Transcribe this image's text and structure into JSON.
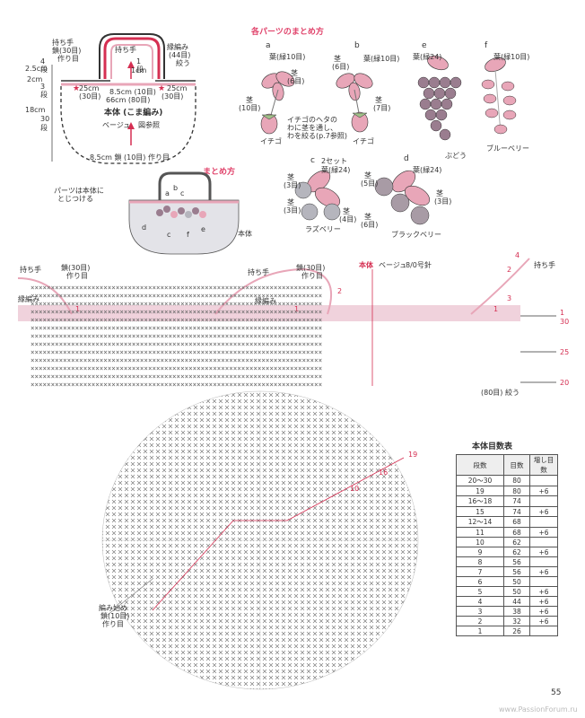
{
  "top_diagram": {
    "handle_label": "持ち手",
    "handle_chain": "鎖(30目)",
    "handle_make": "作り目",
    "edge_label": "縁編み",
    "edge_count": "(44目)",
    "edge_slip": "絞う",
    "rows_4": "4",
    "rows_4_unit": "段",
    "dim_25cm_left": "2.5cm",
    "dim_2cm": "2cm",
    "rows_3": "3",
    "rows_3_unit": "段",
    "dim_18cm": "18cm",
    "rows_30": "30",
    "rows_30_unit": "段",
    "row_1": "1",
    "row_1_unit": "段",
    "dim_1cm": "1cm",
    "dim_25cm_a": "25cm",
    "dim_30": "(30目)",
    "dim_85cm_10": "8.5cm (10目)",
    "dim_66cm_80": "66cm (80目)",
    "dim_25cm_b": "25cm",
    "dim_25cm_b_count": "(30目)",
    "body_label": "本体 (こま編み)",
    "beige": "ベージュ",
    "ref": "図参照",
    "bottom_dim": "8.5cm 鎖 (10目) 作り目"
  },
  "parts": {
    "title": "各パーツのまとめ方",
    "a_label": "a",
    "b_label": "b",
    "e_label": "e",
    "f_label": "f",
    "c_label": "c",
    "c_sets": "2セット",
    "d_label": "d",
    "a_leaf": "葉(緑10目)",
    "a_stem": "茎",
    "a_stem_count": "(6目)",
    "a_stem2": "茎",
    "a_stem2_count": "(10目)",
    "a_name": "イチゴ",
    "b_stem": "茎",
    "b_stem_count": "(6目)",
    "b_leaf": "葉(緑10目)",
    "b_stem2": "茎",
    "b_stem2_count": "(7目)",
    "b_name": "イチゴ",
    "strawberry_note_1": "イチゴのヘタの",
    "strawberry_note_2": "わに茎を通し、",
    "strawberry_note_3": "わを絞る(p.7参照)",
    "e_leaf": "葉(緑24)",
    "e_name": "ぶどう",
    "f_leaf": "葉(緑10目)",
    "f_name": "ブルーベリー",
    "c_leaf": "葉(緑24)",
    "c_stem": "茎",
    "c_stem_count": "(3目)",
    "c_stem2": "茎",
    "c_stem2_count": "(4目)",
    "c_stem3": "茎",
    "c_stem3_count": "(3目)",
    "c_name": "ラズベリー",
    "d_leaf": "葉(緑24)",
    "d_stem": "茎",
    "d_stem_count": "(5目)",
    "d_stem2": "茎",
    "d_stem2_count": "(3目)",
    "d_stem3": "茎",
    "d_stem3_count": "(6目)",
    "d_name": "ブラックベリー"
  },
  "assembly": {
    "title": "まとめ方",
    "note_1": "パーツは本体に",
    "note_2": "とじつける",
    "body": "本体",
    "l_a": "a",
    "l_b": "b",
    "l_c": "c",
    "l_d": "d",
    "l_c2": "c",
    "l_f": "f",
    "l_e": "e"
  },
  "chart": {
    "handle_left": "持ち手",
    "chain30_left": "鎖(30目)",
    "chain30_left_make": "作り目",
    "handle_mid": "持ち手",
    "chain30_mid": "鎖(30目)",
    "chain30_mid_make": "作り目",
    "body": "本体",
    "body_color": "ベージュ",
    "hook": "8/0号針",
    "edge_left": "縁編み",
    "edge_mid": "縁編み",
    "handle_right": "持ち手",
    "circle_1a": "1",
    "circle_1b": "1",
    "circle_1c": "1",
    "circle_2a": "2",
    "circle_2b": "2",
    "circle_3": "3",
    "circle_4": "4",
    "right_1": "1",
    "right_30": "30",
    "right_25": "25",
    "right_20": "20",
    "end_note": "(80目) 絞う",
    "start_note_1": "編み始め",
    "start_note_2": "鎖(10目)",
    "start_note_3": "作り目",
    "row_19": "19",
    "row_16": "16",
    "row_10": "10"
  },
  "count_table": {
    "title": "本体目数表",
    "headers": [
      "段数",
      "目数",
      "増し目数"
    ],
    "rows": [
      [
        "20〜30",
        "80",
        ""
      ],
      [
        "19",
        "80",
        "+6"
      ],
      [
        "16〜18",
        "74",
        ""
      ],
      [
        "15",
        "74",
        "+6"
      ],
      [
        "12〜14",
        "68",
        ""
      ],
      [
        "11",
        "68",
        "+6"
      ],
      [
        "10",
        "62",
        ""
      ],
      [
        "9",
        "62",
        "+6"
      ],
      [
        "8",
        "56",
        ""
      ],
      [
        "7",
        "56",
        "+6"
      ],
      [
        "6",
        "50",
        ""
      ],
      [
        "5",
        "50",
        "+6"
      ],
      [
        "4",
        "44",
        "+6"
      ],
      [
        "3",
        "38",
        "+6"
      ],
      [
        "2",
        "32",
        "+6"
      ],
      [
        "1",
        "26",
        ""
      ]
    ]
  },
  "footer": {
    "page_number": "55",
    "watermark": "www.PassionForum.ru"
  },
  "colors": {
    "accent_pink": "#e0426a",
    "yarn_pink": "#e8a6b8",
    "band_pink": "#f0d2dc",
    "berry_purple": "#9a7d8f",
    "berry_gray": "#b5b5bd"
  }
}
